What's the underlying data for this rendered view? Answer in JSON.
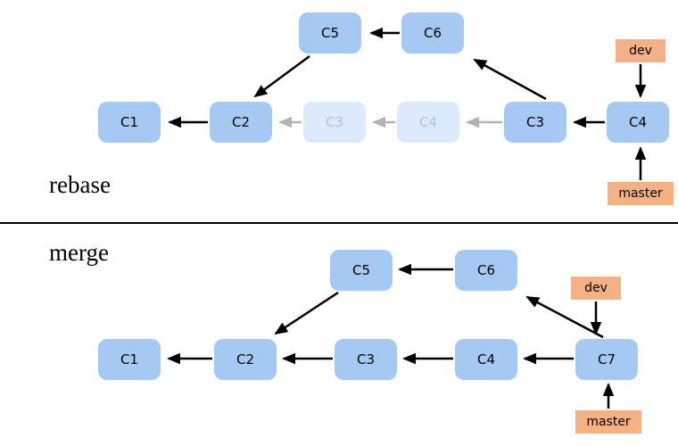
{
  "diagram": {
    "rebase": {
      "title": "rebase",
      "nodes": {
        "c1": "C1",
        "c2": "C2",
        "c3_old": "C3",
        "c4_old": "C4",
        "c5": "C5",
        "c6": "C6",
        "c3_new": "C3",
        "c4_new": "C4"
      },
      "labels": {
        "dev": "dev",
        "master": "master"
      }
    },
    "merge": {
      "title": "merge",
      "nodes": {
        "c1": "C1",
        "c2": "C2",
        "c3": "C3",
        "c4": "C4",
        "c5": "C5",
        "c6": "C6",
        "c7": "C7"
      },
      "labels": {
        "dev": "dev",
        "master": "master"
      }
    },
    "colors": {
      "node_fill": "#a6c9f4",
      "node_faded_fill": "#dceafb",
      "node_faded_text": "#a9c2dd",
      "branch_label_fill": "#f4b183",
      "arrow": "#000000",
      "arrow_faded": "#b3b3b3"
    }
  }
}
